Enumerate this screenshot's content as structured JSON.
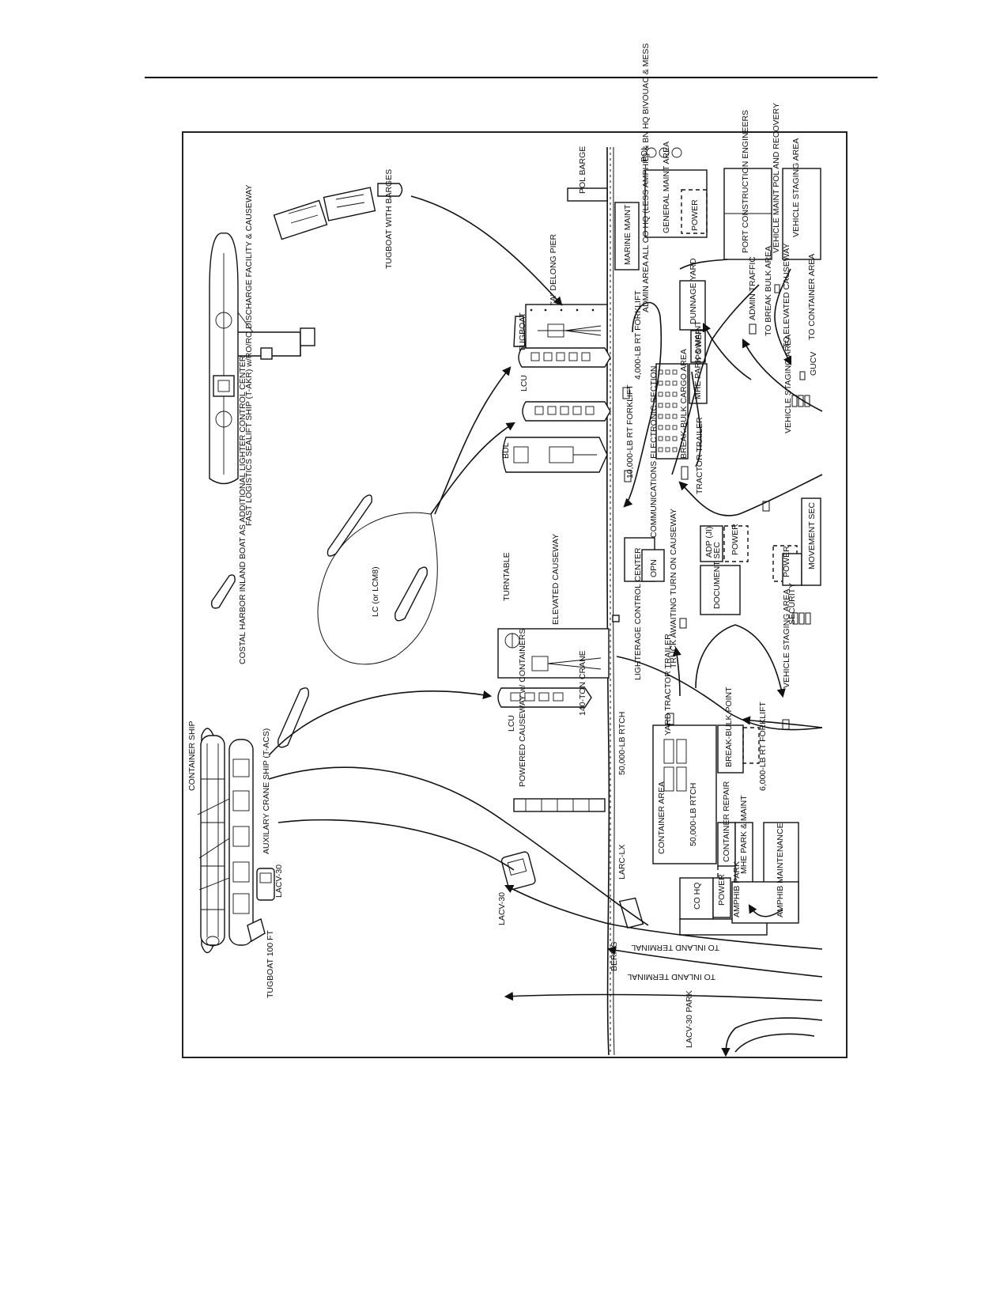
{
  "labels": {
    "pol": "POL",
    "pol_barge": "POL BARGE",
    "marine_maint": "MARINE MAINT",
    "tugboat_with_barges": "TUGBOAT WITH BARGES",
    "fast_logistics_ship": "FAST LOGISTICS SEALIFT SHIP (T-AKR) w/RO/RO DISCHARGE FACILITY & CAUSEWAY",
    "costal_harbor_boat": "COSTAL HARBOR INLAND BOAT AS ADDITIONAL LIGHTER CONTROL CENTER",
    "lc_lcm8": "LC (or LCM8)",
    "tugboat": "TUGBOAT",
    "delong_pier": "\"A\" DELONG PIER",
    "lcu_top": "LCU",
    "bdl": "BDL",
    "turntable": "TURNTABLE",
    "elevated_causeway": "ELEVATED CAUSEWAY",
    "crane_140": "140-TON CRANE",
    "lcu_bottom": "LCU",
    "powered_causeway": "POWERED CAUSEWAY w/ CONTAINERS",
    "container_ship": "CONTAINER SHIP",
    "auxiliary_crane_ship": "AUXILARY CRANE SHIP (T-ACS)",
    "lacv30_ship": "LACV-30",
    "tugboat_100ft": "TUGBOAT 100 FT",
    "lacv30_water": "LACV-30",
    "larc_lx": "LARC-LX",
    "berms": "BERMS",
    "general_maint_area": "GENERAL MAINT AREA",
    "power": "POWER",
    "port_construction_engineers": "PORT CONSTRUCTION ENGINEERS",
    "vehicle_maint_pol": "VEHICLE MAINT POL AND RECOVERY",
    "vehicle_staging_area": "VEHICLE STAGING AREA",
    "admin_area": "ADMIN AREA ALL CO HQ (LESS AMPHIB) & BN HQ BIVOUAC & MESS",
    "dunnage_yard": "DUNNAGE YARD",
    "admin_traffic": "ADMIN TRAFFIC",
    "to_break_bulk_area": "TO BREAK BULK AREA",
    "to_elevated_causeway": "TO ELEVATED CAUSEWAY",
    "to_container_area": "TO CONTAINER AREA",
    "gucv": "GUCV",
    "forklift_4000": "4,000-LB RT FORKLIFT",
    "mhe_park_maint": "MHE PARK & MAINT",
    "break_bulk_cargo_area": "BREAK-BULK CARGO AREA",
    "forklift_10000": "10,000-LB RT FORKLIFT",
    "tractor_trailer": "TRACTOR TRAILER",
    "communications_section": "COMMUNICATIONS ELECTRONIC SECTION",
    "opn": "OPN",
    "adp": "ADP (JI)",
    "document_sec": "DOCUMENT SEC",
    "security": "SECURITY",
    "movement_sec": "MOVEMENT SEC",
    "lighterage_control_center": "LIGHTERAGE CONTROL CENTER",
    "truck_awaiting": "TRUCK AWAITING TURN ON CAUSEWAY",
    "yard_tractor_trailer": "YARD TRACTOR TRAILER",
    "container_area": "CONTAINER AREA",
    "rtch_50000_water": "50,000-LB RTCH",
    "rtch_50000_yard": "50,000-LB RTCH",
    "break_bulk_point": "BREAK-BULK POINT",
    "forklift_6000": "6,000-LB RT FORKLIFT",
    "container_repair": "CONTAINER REPAIR",
    "mhe_park_maint_2": "MHE PARK & MAINT",
    "co_hq": "CO HQ",
    "amphib_park": "AMPHIB PARK",
    "amphib_maintenance": "AMPHIB MAINTENANCE",
    "to_inland_terminal_1": "TO INLAND TERMINAL",
    "to_inland_terminal_2": "TO INLAND TERMINAL",
    "lacv30_park": "LACV-30 PARK"
  }
}
